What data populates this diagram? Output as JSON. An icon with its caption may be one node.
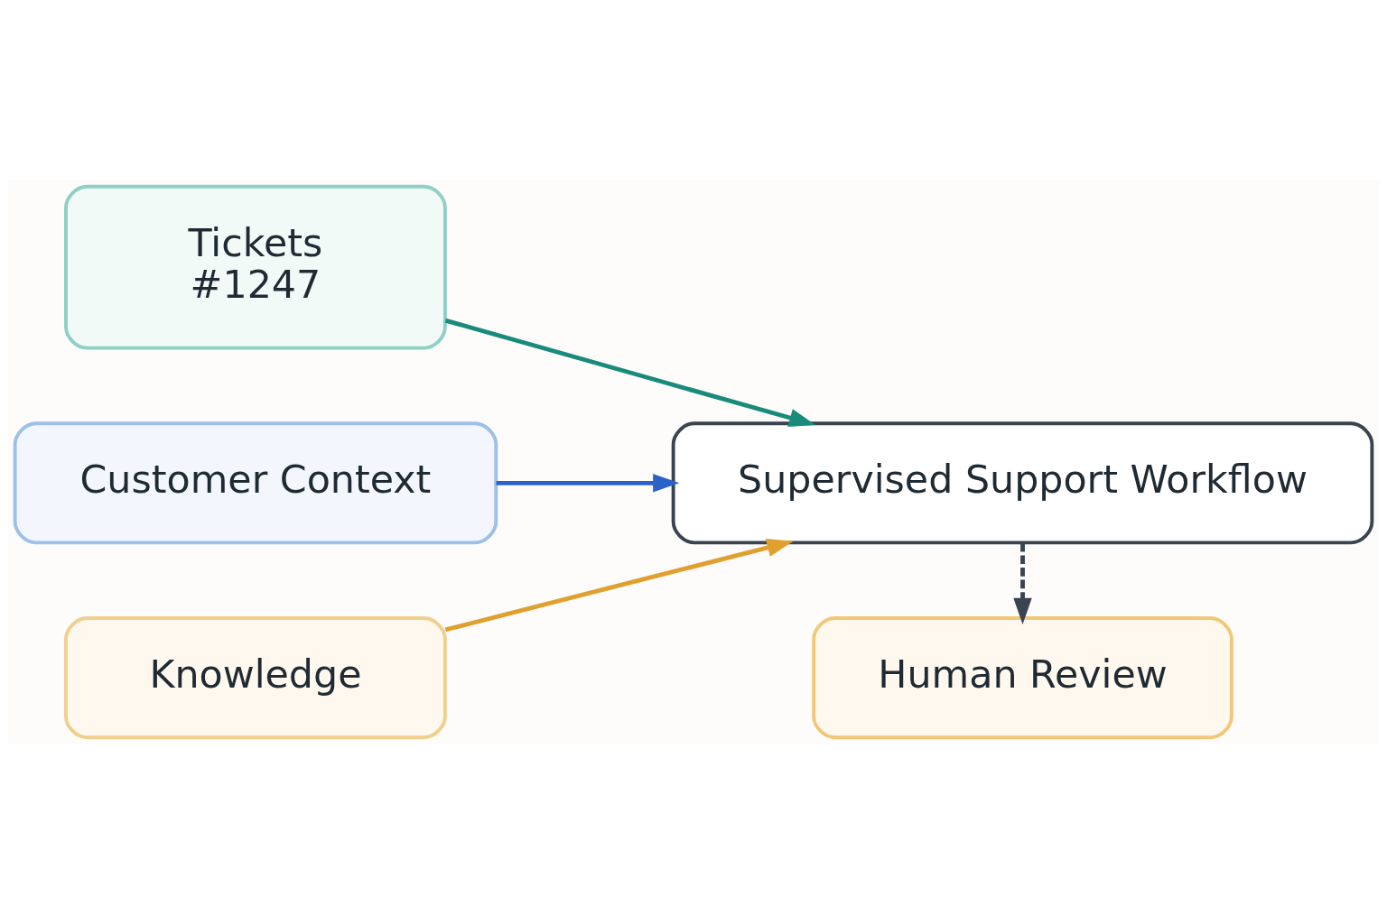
{
  "diagram": {
    "nodes": [
      {
        "text": [
          "Tickets",
          "#1247"
        ]
      },
      {
        "text": [
          "Customer Context"
        ]
      },
      {
        "text": [
          "Knowledge"
        ]
      },
      {
        "text": [
          "Supervised Support Workflow"
        ]
      },
      {
        "text": [
          "Human Review"
        ]
      }
    ],
    "edges": [
      {
        "from": 0,
        "to": 3,
        "arrow": "to",
        "color": "#1a8a7a"
      },
      {
        "from": 1,
        "to": 3,
        "arrow": "to",
        "color": "#2a62c8"
      },
      {
        "from": 2,
        "to": 3,
        "arrow": "to",
        "color": "#e0a030"
      },
      {
        "from": 3,
        "to": 4,
        "arrow": "to",
        "style": "dashed",
        "color": "#3a4450"
      }
    ]
  }
}
